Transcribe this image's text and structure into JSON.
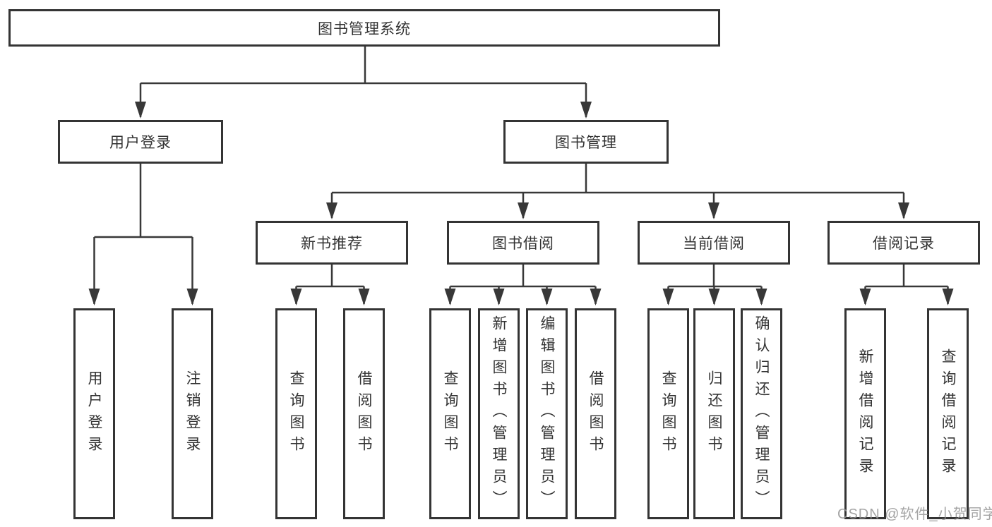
{
  "title": {
    "label": "图书管理系统"
  },
  "watermark": {
    "text": "CSDN @软件_小贺同学"
  },
  "colors": {
    "line": "#383838",
    "box_border": "#343434",
    "text": "#333333",
    "background": "#ffffff",
    "watermark": "#949494"
  },
  "branches": {
    "user_login": {
      "label": "用户登录",
      "children": [
        {
          "label": "用户登录"
        },
        {
          "label": "注销登录"
        }
      ]
    },
    "book_management": {
      "label": "图书管理",
      "sections": [
        {
          "label": "新书推荐",
          "children": [
            {
              "label": "查询图书"
            },
            {
              "label": "借阅图书"
            }
          ]
        },
        {
          "label": "图书借阅",
          "children": [
            {
              "label": "查询图书"
            },
            {
              "label": "新增图书（管理员）"
            },
            {
              "label": "编辑图书（管理员）"
            },
            {
              "label": "借阅图书"
            }
          ]
        },
        {
          "label": "当前借阅",
          "children": [
            {
              "label": "查询图书"
            },
            {
              "label": "归还图书"
            },
            {
              "label": "确认归还（管理员）"
            }
          ]
        },
        {
          "label": "借阅记录",
          "children": [
            {
              "label": "新增借阅记录"
            },
            {
              "label": "查询借阅记录"
            }
          ]
        }
      ]
    }
  }
}
